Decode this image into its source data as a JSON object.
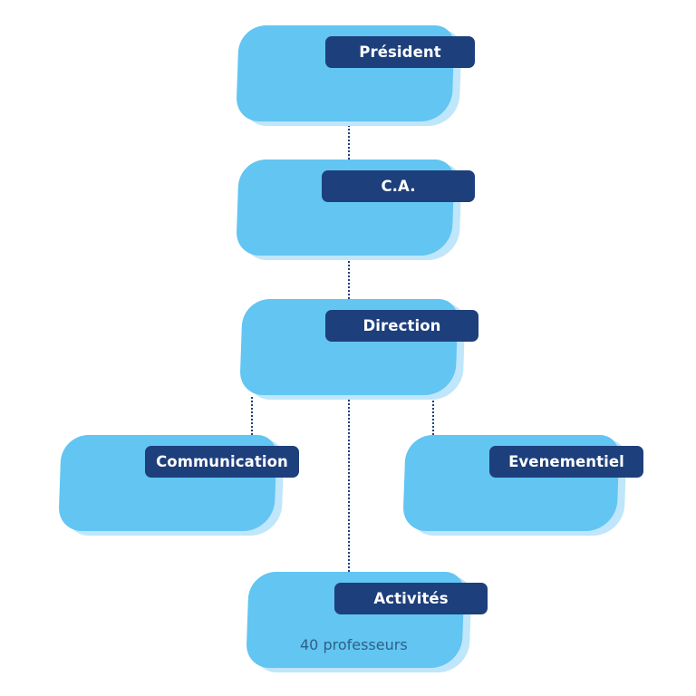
{
  "org_chart": {
    "nodes": {
      "president": {
        "label": "Président"
      },
      "ca": {
        "label": "C.A."
      },
      "direction": {
        "label": "Direction"
      },
      "communication": {
        "label": "Communication"
      },
      "evenementiel": {
        "label": "Evenementiel"
      },
      "activites": {
        "label": "Activités",
        "note": "40 professeurs"
      }
    },
    "colors": {
      "box_fill": "#62c5f2",
      "box_shadow": "#bfe6fa",
      "label_fill": "#1d3f7c",
      "label_text": "#ffffff",
      "connector": "#1d3f7c",
      "note_text": "#2f5f86"
    }
  }
}
